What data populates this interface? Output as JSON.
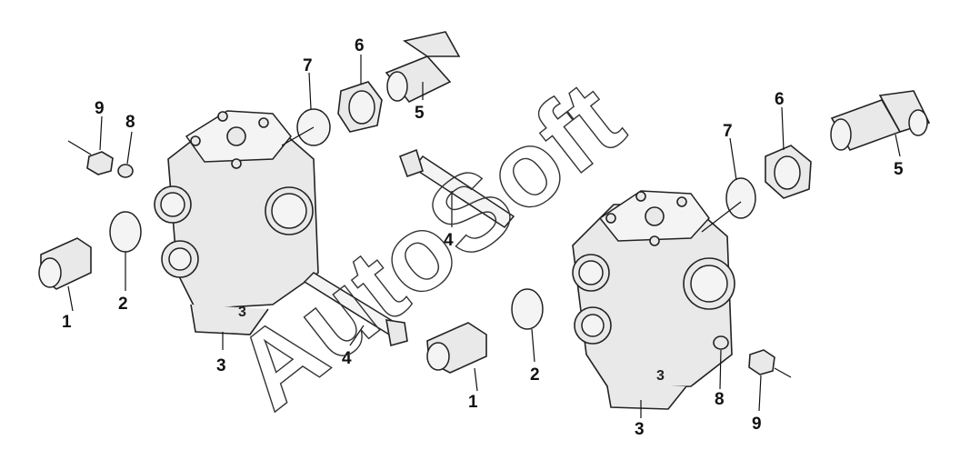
{
  "watermark": "AutoSoft",
  "left_assembly": {
    "callouts": {
      "p1": "1",
      "p2": "2",
      "p3": "3",
      "p4": "4",
      "p5": "5",
      "p6": "6",
      "p7": "7",
      "p8": "8",
      "p9": "9"
    },
    "cast_mark": "3"
  },
  "right_assembly": {
    "callouts": {
      "p1": "1",
      "p2": "2",
      "p3": "3",
      "p4": "4",
      "p5": "5",
      "p6": "6",
      "p7": "7",
      "p8": "8",
      "p9": "9"
    },
    "cast_mark": "3"
  }
}
